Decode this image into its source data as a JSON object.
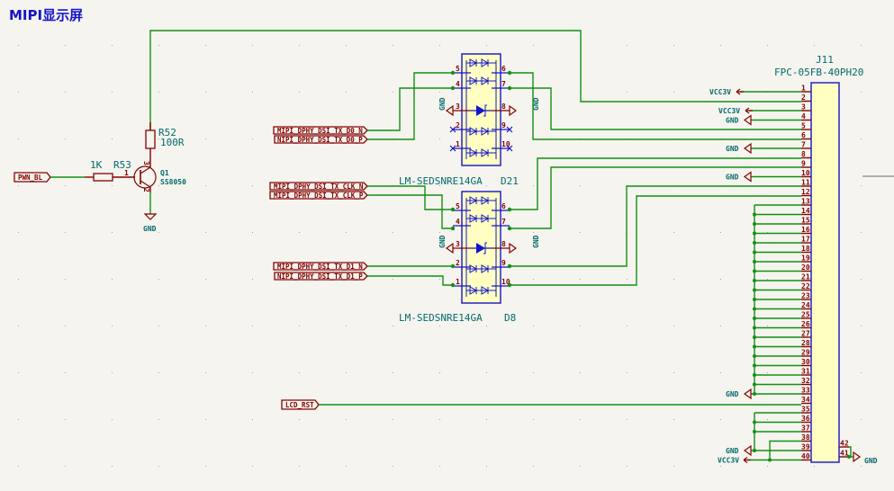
{
  "sheet_title": "MIPI显示屏",
  "colors": {
    "wire": "#129012",
    "pin": "#840000",
    "body_fill": "#ffffc2",
    "body_stroke": "#1414c8",
    "ref_text": "#046a6a",
    "title": "#1414c8"
  },
  "global_labels": {
    "pwm_bl": "PWN_BL",
    "d0_n": "MIPI_DPHY_DSI_TX_D0_N",
    "d0_p": "NIPI_DPHY_DSI_TX_D0_P",
    "clk_n": "MIPI_DPHY_DSI_TX_CLK_N",
    "clk_p": "MIPI_DPHY_DSI_TX_CLK_P",
    "d1_n": "MIPI_DPHY_DSI_TX_D1_N",
    "d1_p": "NIPI_DPHY_DSI_TX_D1_P",
    "lcd_rst": "LCD_RST"
  },
  "components": {
    "r52": {
      "ref": "R52",
      "value": "100R"
    },
    "r53": {
      "ref": "R53",
      "value": "1K",
      "pin": "1"
    },
    "q1": {
      "ref": "Q1",
      "value": "SS8050",
      "pins": [
        "1",
        "2",
        "3"
      ]
    },
    "d21": {
      "ref": "D21",
      "value": "LM-SEDSNRE14GA",
      "pins": [
        "5",
        "4",
        "3",
        "2",
        "1",
        "6",
        "7",
        "8",
        "9",
        "10"
      ]
    },
    "d8": {
      "ref": "D8",
      "value": "LM-SEDSNRE14GA",
      "pins": [
        "5",
        "4",
        "3",
        "2",
        "1",
        "6",
        "7",
        "8",
        "9",
        "10"
      ]
    },
    "j11": {
      "ref": "J11",
      "value": "FPC-05FB-40PH20",
      "pins": [
        "1",
        "2",
        "3",
        "4",
        "5",
        "6",
        "7",
        "8",
        "9",
        "10",
        "11",
        "12",
        "13",
        "14",
        "15",
        "16",
        "17",
        "18",
        "19",
        "20",
        "21",
        "22",
        "23",
        "24",
        "25",
        "26",
        "27",
        "28",
        "29",
        "30",
        "31",
        "32",
        "33",
        "34",
        "35",
        "36",
        "37",
        "38",
        "39",
        "40"
      ],
      "shield_pins": [
        "42",
        "41"
      ]
    }
  },
  "power": {
    "gnd": "GND",
    "vcc": "VCC3V"
  }
}
